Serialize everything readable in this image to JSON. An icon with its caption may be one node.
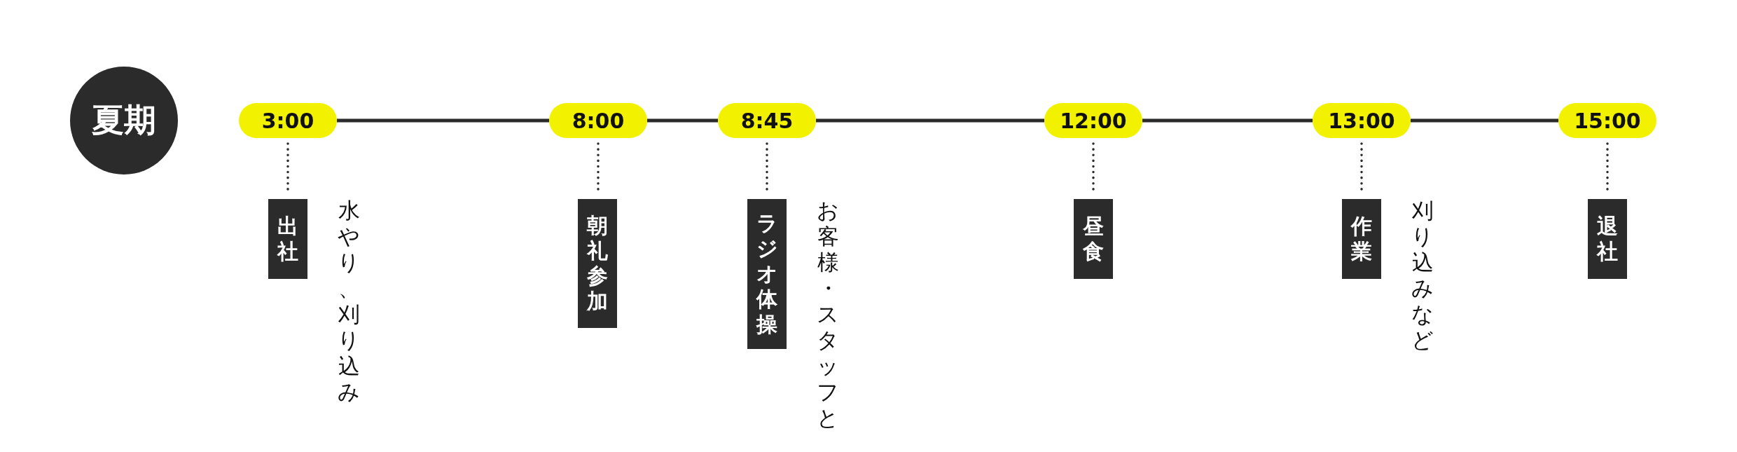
{
  "diagram": {
    "nodes": [
      {
        "text": [
          "夏期"
        ]
      },
      {
        "text": [
          "3:00"
        ]
      },
      {
        "text": [
          "8:00"
        ]
      },
      {
        "text": [
          "8:45"
        ]
      },
      {
        "text": [
          "12:00"
        ]
      },
      {
        "text": [
          "13:00"
        ]
      },
      {
        "text": [
          "15:00"
        ]
      },
      {
        "text": [
          "出社"
        ],
        "beside": [
          "水やり、刈り込み"
        ]
      },
      {
        "text": [
          "朝礼参加"
        ]
      },
      {
        "text": [
          "ラジオ体操"
        ],
        "beside": [
          "お客様・スタッフと"
        ]
      },
      {
        "text": [
          "昼食"
        ]
      },
      {
        "text": [
          "作業"
        ],
        "beside": [
          "刈り込みなど"
        ]
      },
      {
        "text": [
          "退社"
        ]
      }
    ],
    "edges": [
      {
        "from": 1,
        "to": 2,
        "arrow": "none"
      },
      {
        "from": 2,
        "to": 3,
        "arrow": "none"
      },
      {
        "from": 3,
        "to": 4,
        "arrow": "none"
      },
      {
        "from": 4,
        "to": 5,
        "arrow": "none"
      },
      {
        "from": 5,
        "to": 6,
        "arrow": "none"
      },
      {
        "from": 1,
        "to": 7,
        "arrow": "none",
        "style": "dashed"
      },
      {
        "from": 2,
        "to": 8,
        "arrow": "none",
        "style": "dashed"
      },
      {
        "from": 3,
        "to": 9,
        "arrow": "none",
        "style": "dashed"
      },
      {
        "from": 4,
        "to": 10,
        "arrow": "none",
        "style": "dashed"
      },
      {
        "from": 5,
        "to": 11,
        "arrow": "none",
        "style": "dashed"
      },
      {
        "from": 6,
        "to": 12,
        "arrow": "none",
        "style": "dashed"
      }
    ]
  }
}
